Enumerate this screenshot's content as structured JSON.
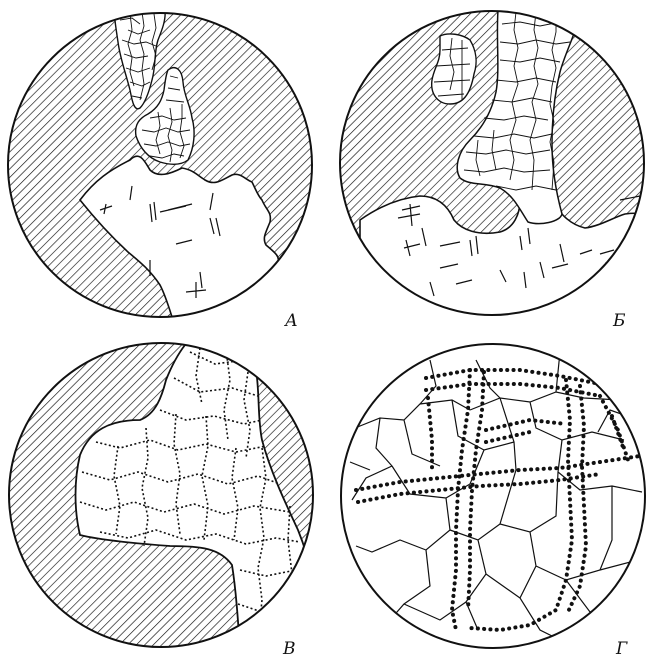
{
  "panels": [
    {
      "key": "a",
      "label": "А"
    },
    {
      "key": "b",
      "label": "Б"
    },
    {
      "key": "v",
      "label": "В"
    },
    {
      "key": "g",
      "label": "Г"
    }
  ],
  "colors": {
    "ink": "#111111",
    "background": "#ffffff"
  }
}
